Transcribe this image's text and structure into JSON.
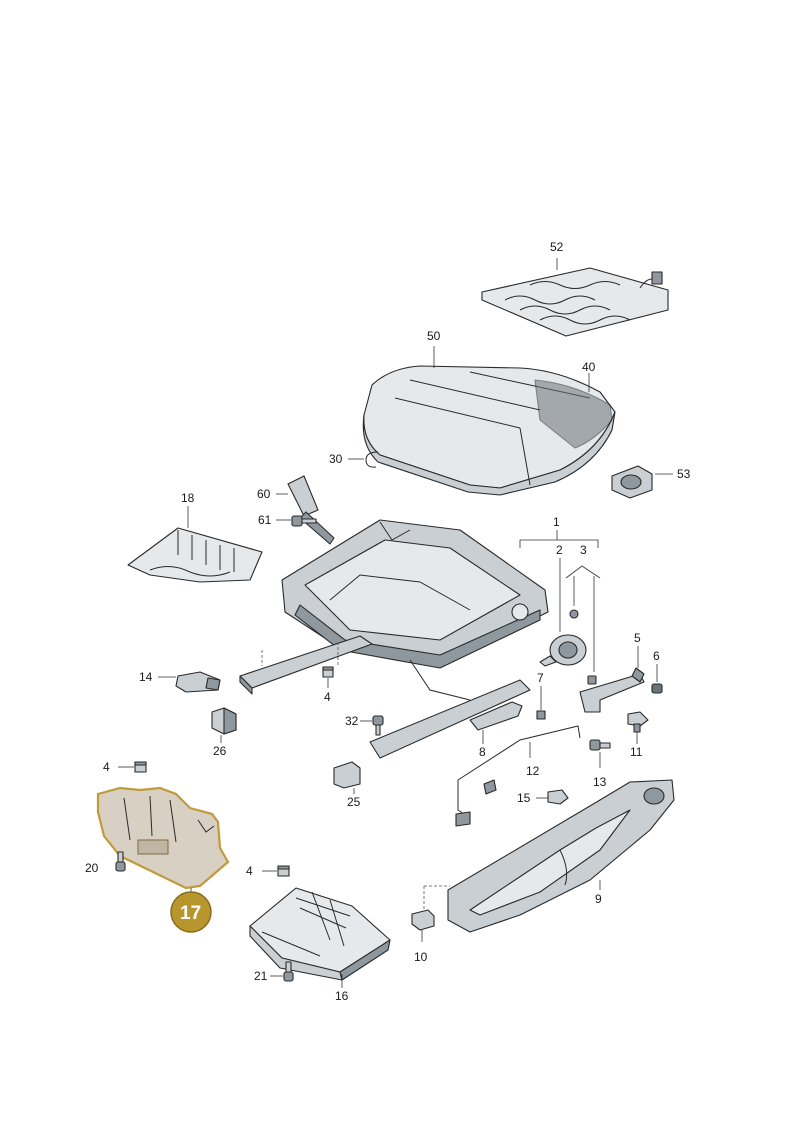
{
  "diagram": {
    "callouts": {
      "c52": "52",
      "c50": "50",
      "c40": "40",
      "c30": "30",
      "c53": "53",
      "c18": "18",
      "c60": "60",
      "c61": "61",
      "c1": "1",
      "c2": "2",
      "c3": "3",
      "c5": "5",
      "c6": "6",
      "c14": "14",
      "c4a": "4",
      "c7": "7",
      "c32": "32",
      "c26": "26",
      "c8": "8",
      "c11": "11",
      "c4b": "4",
      "c12": "12",
      "c13": "13",
      "c25": "25",
      "c15": "15",
      "c20": "20",
      "c4c": "4",
      "c9": "9",
      "c10": "10",
      "c21": "21",
      "c16": "16"
    },
    "highlight_badge": "17",
    "colors": {
      "highlight": "#c19a3a",
      "badge": "#b8962e",
      "part_fill": "#c9cfd3"
    }
  }
}
